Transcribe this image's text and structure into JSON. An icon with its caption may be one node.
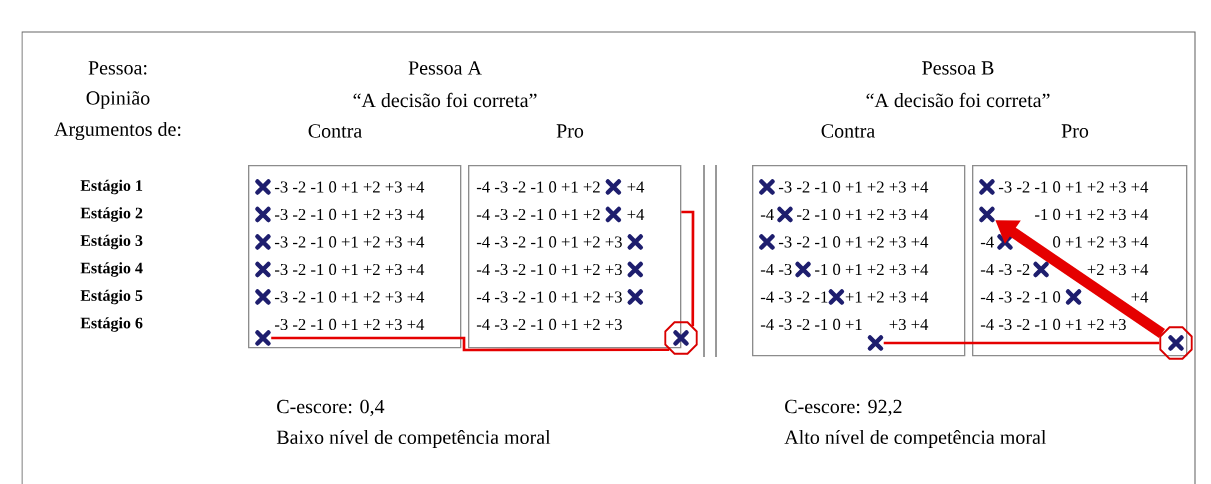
{
  "diagram": {
    "nodes": [
      {
        "text": [
          "-3 -2 -1 0 +1 +2 +3 +4",
          "-3 -2 -1 0 +1 +2 +3 +4",
          "-3 -2 -1 0 +1 +2 +3 +4",
          "-3 -2 -1 0 +1 +2 +3 +4",
          "-3 -2 -1 0 +1 +2 +3 +4",
          "-3 -2 -1 0 +1 +2 +3 +4"
        ]
      },
      {
        "text": [
          "-4 -3 -2 -1 0 +1 +2",
          "+4",
          "-4 -3 -2 -1 0 +1 +2",
          "+4",
          "-4 -3 -2 -1 0 +1 +2 +3",
          "-4 -3 -2 -1 0 +1 +2 +3",
          "-4 -3 -2 -1 0 +1 +2 +3",
          "-4 -3 -2 -1 0 +1 +2 +3"
        ]
      },
      {
        "text": [
          "-3 -2 -1 0 +1 +2 +3 +4",
          "-4",
          "-2 -1 0 +1 +2 +3 +4",
          "-3 -2 -1 0 +1 +2 +3 +4",
          "-4 -3",
          "-1 0 +1 +2 +3 +4",
          "-4 -3 -2 -1",
          "+1 +2 +3 +4",
          "-4 -3 -2 -1 0 +1",
          "+3 +4"
        ]
      },
      {
        "text": [
          "-3 -2 -1 0 +1 +2 +3 +4",
          "-1 0 +1 +2 +3 +4",
          "-4",
          "0 +1 +2 +3 +4",
          "-4 -3 -2",
          "+2 +3 +4",
          "-4 -3 -2 -1 0",
          "+4",
          "-4 -3 -2 -1 0 +1 +2 +3"
        ]
      },
      {
        "text": [],
        "shape": "octagon"
      },
      {
        "text": [],
        "shape": "octagon"
      },
      {
        "text": [],
        "shape": "cross",
        "in": 0
      },
      {
        "text": [],
        "shape": "cross",
        "in": 2
      },
      {
        "text": [],
        "shape": "cross",
        "in": 3
      }
    ],
    "edges": [
      {
        "from": 4,
        "to": 6,
        "arrow": "none"
      },
      {
        "from": 4,
        "to": 1,
        "arrow": "none"
      },
      {
        "from": 5,
        "to": 7,
        "arrow": "none"
      },
      {
        "from": 5,
        "to": 8,
        "arrow": "to",
        "style": "thick"
      }
    ],
    "labels": [
      "Pessoa:",
      "Pessoa A",
      "Pessoa B",
      "Opinião",
      "“A decisão foi correta”",
      "“A decisão foi correta”",
      "Argumentos de:",
      "Contra",
      "Pro",
      "Contra",
      "Pro",
      "Estágio 1",
      "Estágio 2",
      "Estágio 3",
      "Estágio 4",
      "Estágio 5",
      "Estágio 6",
      "C-escore: 0,4",
      "C-escore: 92,2",
      "Baixo nível de competência moral",
      "Alto nível de competência moral"
    ]
  }
}
